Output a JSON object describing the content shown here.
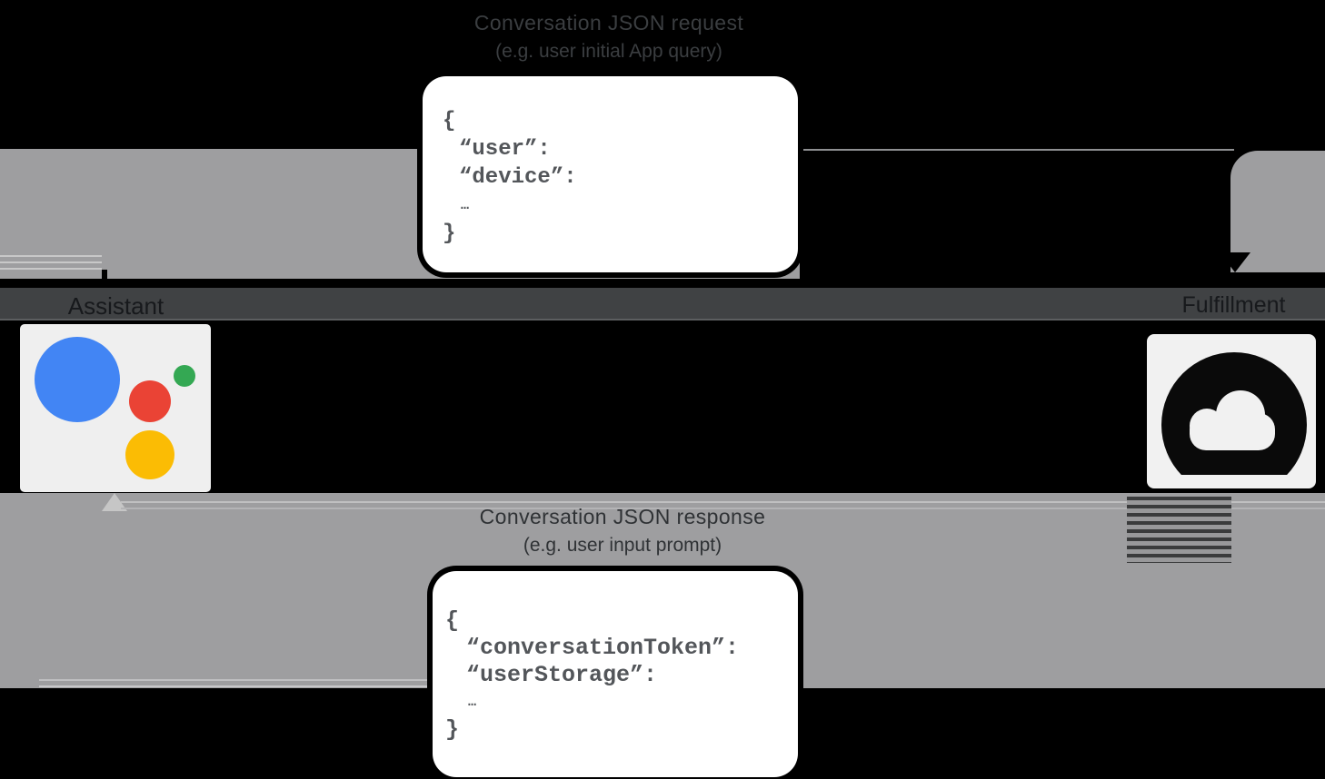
{
  "request": {
    "title": "Conversation JSON request",
    "subtitle": "(e.g. user initial App query)",
    "code": [
      "{",
      "“user”:",
      "“device”:",
      "…",
      "}"
    ]
  },
  "response": {
    "title": "Conversation JSON response",
    "subtitle": "(e.g. user input prompt)",
    "code": [
      "{",
      "“conversationToken”:",
      "“userStorage”:",
      "…",
      "}"
    ]
  },
  "nodes": {
    "assistant": {
      "label": "Assistant",
      "icon": "google-assistant-logo"
    },
    "fulfillment": {
      "label": "Fulfillment",
      "icon": "cloud-icon"
    }
  },
  "colors": {
    "background": "#000000",
    "arrow_gray": "#9e9ea0",
    "label_band": "#404244",
    "box_background": "#ffffff",
    "code_text": "#53565a",
    "assistant_blue": "#4285f4",
    "assistant_red": "#ea4335",
    "assistant_green": "#34a853",
    "assistant_yellow": "#fbbc04"
  }
}
